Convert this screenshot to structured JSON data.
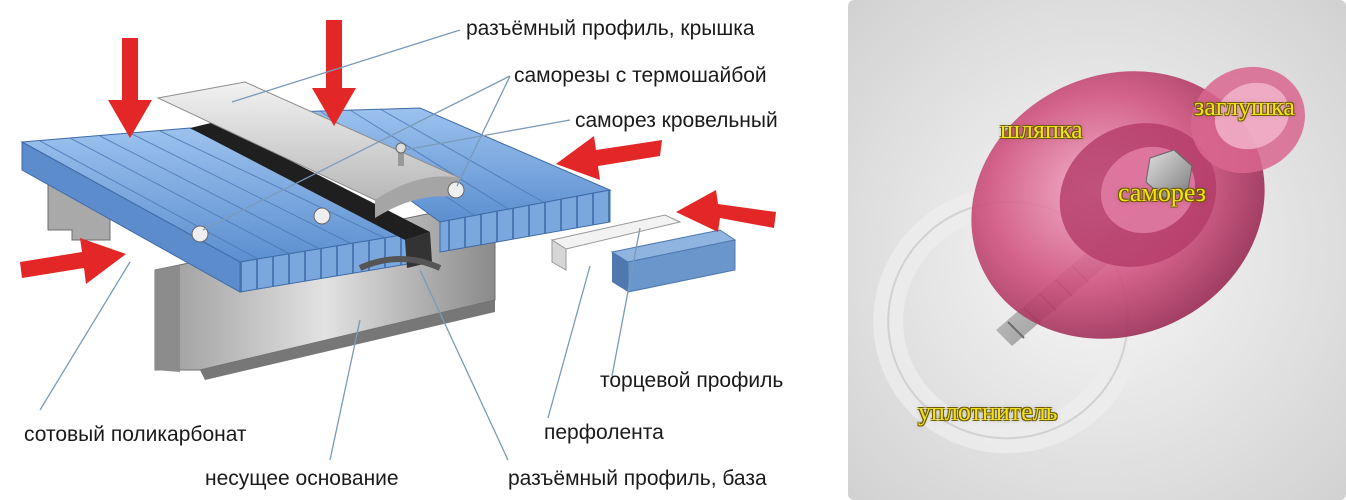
{
  "left_diagram": {
    "labels": {
      "cover": "разъёмный профиль, крышка",
      "thermo_screws": "саморезы с термошайбой",
      "roof_screw": "саморез кровельный",
      "polycarbonate": "сотовый поликарбонат",
      "end_profile": "торцевой профиль",
      "perfotape": "перфолента",
      "base_support": "несущее основание",
      "profile_base": "разъёмный профиль, база"
    }
  },
  "right_diagram": {
    "labels": {
      "cap": "шляпка",
      "plug": "заглушка",
      "screw": "саморез",
      "seal": "уплотнитель"
    }
  },
  "colors": {
    "arrow": "#e32626",
    "panel": "#6f9fd8",
    "cap": "#c8436f",
    "label_yellow": "#f3e21a"
  }
}
